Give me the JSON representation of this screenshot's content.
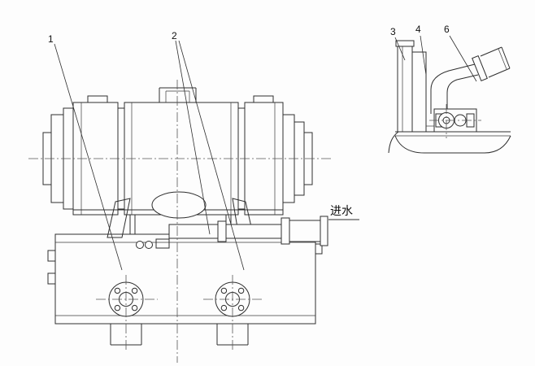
{
  "page": {
    "background": "#fdfdfd"
  },
  "drawing": {
    "callouts": {
      "c1": "1",
      "c2": "2",
      "c3": "3",
      "c4": "4",
      "c6": "6"
    },
    "annotations": {
      "water_inlet": "进水"
    },
    "colors": {
      "line": "#2e2e2e",
      "centerline": "#555555"
    }
  }
}
